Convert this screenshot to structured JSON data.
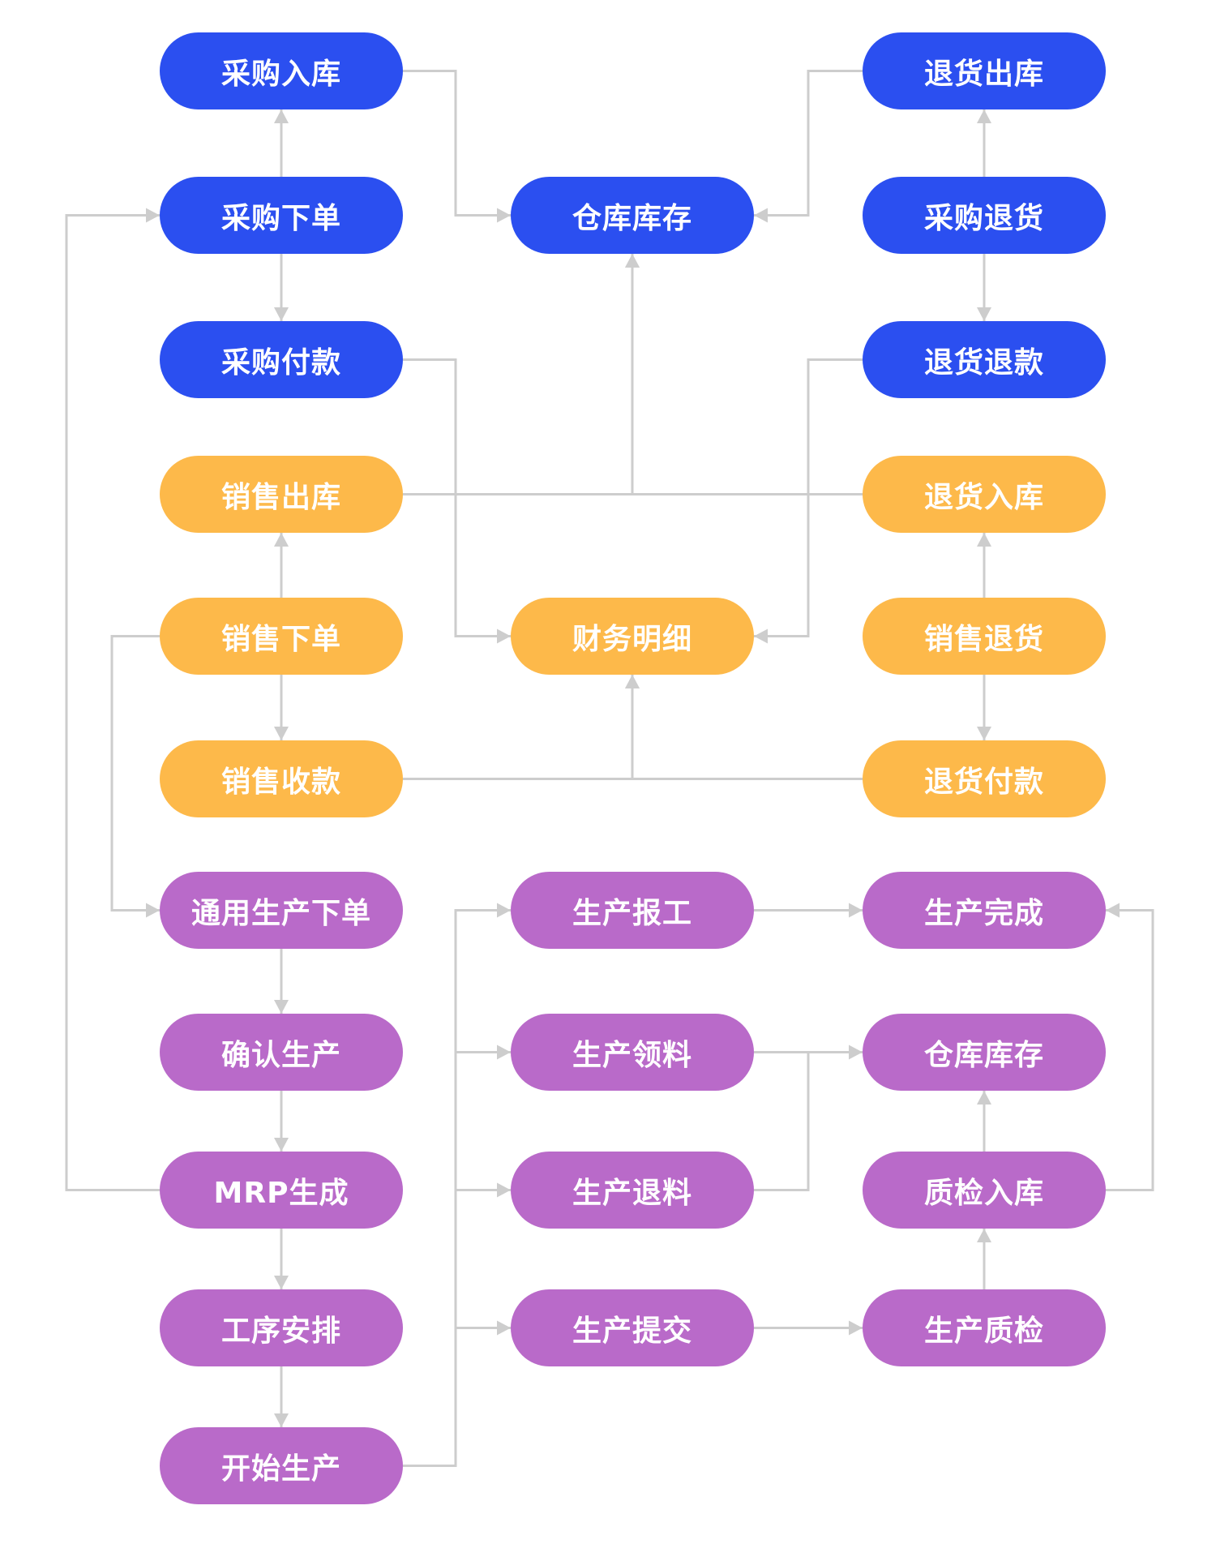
{
  "diagram": {
    "colors": {
      "purchase": "#2b4ff0",
      "sales": "#fdb94a",
      "production": "#b96ac9",
      "connector": "#cdcdcd",
      "text": "#ffffff"
    },
    "nodes": [
      {
        "id": "purchase_in",
        "label": "采购入库",
        "group": "purchase"
      },
      {
        "id": "purchase_order",
        "label": "采购下单",
        "group": "purchase"
      },
      {
        "id": "purchase_pay",
        "label": "采购付款",
        "group": "purchase"
      },
      {
        "id": "inventory",
        "label": "仓库库存",
        "group": "purchase"
      },
      {
        "id": "return_out",
        "label": "退货出库",
        "group": "purchase"
      },
      {
        "id": "purchase_return",
        "label": "采购退货",
        "group": "purchase"
      },
      {
        "id": "return_refund",
        "label": "退货退款",
        "group": "purchase"
      },
      {
        "id": "sales_out",
        "label": "销售出库",
        "group": "sales"
      },
      {
        "id": "sales_order",
        "label": "销售下单",
        "group": "sales"
      },
      {
        "id": "sales_collect",
        "label": "销售收款",
        "group": "sales"
      },
      {
        "id": "finance",
        "label": "财务明细",
        "group": "sales"
      },
      {
        "id": "return_in",
        "label": "退货入库",
        "group": "sales"
      },
      {
        "id": "sales_return",
        "label": "销售退货",
        "group": "sales"
      },
      {
        "id": "return_pay",
        "label": "退货付款",
        "group": "sales"
      },
      {
        "id": "prod_order",
        "label": "通用生产下单",
        "group": "production"
      },
      {
        "id": "confirm_prod",
        "label": "确认生产",
        "group": "production"
      },
      {
        "id": "mrp",
        "label": "MRP生成",
        "group": "production"
      },
      {
        "id": "process",
        "label": "工序安排",
        "group": "production"
      },
      {
        "id": "start_prod",
        "label": "开始生产",
        "group": "production"
      },
      {
        "id": "report_work",
        "label": "生产报工",
        "group": "production"
      },
      {
        "id": "pick_material",
        "label": "生产领料",
        "group": "production"
      },
      {
        "id": "return_material",
        "label": "生产退料",
        "group": "production"
      },
      {
        "id": "submit_prod",
        "label": "生产提交",
        "group": "production"
      },
      {
        "id": "prod_done",
        "label": "生产完成",
        "group": "production"
      },
      {
        "id": "inventory_2",
        "label": "仓库库存",
        "group": "production"
      },
      {
        "id": "qc_in",
        "label": "质检入库",
        "group": "production"
      },
      {
        "id": "prod_qc",
        "label": "生产质检",
        "group": "production"
      }
    ],
    "edges": [
      {
        "from": "purchase_order",
        "to": "purchase_in"
      },
      {
        "from": "purchase_order",
        "to": "purchase_pay"
      },
      {
        "from": "purchase_in",
        "to": "inventory"
      },
      {
        "from": "return_out",
        "to": "inventory"
      },
      {
        "from": "purchase_return",
        "to": "return_out"
      },
      {
        "from": "purchase_return",
        "to": "return_refund"
      },
      {
        "from": "sales_out",
        "to": "inventory"
      },
      {
        "from": "return_in",
        "to": "inventory"
      },
      {
        "from": "purchase_pay",
        "to": "finance"
      },
      {
        "from": "return_refund",
        "to": "finance"
      },
      {
        "from": "sales_order",
        "to": "sales_out"
      },
      {
        "from": "sales_order",
        "to": "sales_collect"
      },
      {
        "from": "sales_collect",
        "to": "finance"
      },
      {
        "from": "return_pay",
        "to": "finance"
      },
      {
        "from": "sales_return",
        "to": "return_in"
      },
      {
        "from": "sales_return",
        "to": "return_pay"
      },
      {
        "from": "sales_order",
        "to": "prod_order"
      },
      {
        "from": "mrp",
        "to": "purchase_order"
      },
      {
        "from": "prod_order",
        "to": "confirm_prod"
      },
      {
        "from": "confirm_prod",
        "to": "mrp"
      },
      {
        "from": "mrp",
        "to": "process"
      },
      {
        "from": "process",
        "to": "start_prod"
      },
      {
        "from": "start_prod",
        "to": "report_work"
      },
      {
        "from": "start_prod",
        "to": "pick_material"
      },
      {
        "from": "start_prod",
        "to": "return_material"
      },
      {
        "from": "start_prod",
        "to": "submit_prod"
      },
      {
        "from": "report_work",
        "to": "prod_done"
      },
      {
        "from": "pick_material",
        "to": "inventory_2"
      },
      {
        "from": "return_material",
        "to": "inventory_2"
      },
      {
        "from": "submit_prod",
        "to": "prod_qc"
      },
      {
        "from": "prod_qc",
        "to": "qc_in"
      },
      {
        "from": "qc_in",
        "to": "inventory_2"
      },
      {
        "from": "qc_in",
        "to": "prod_done"
      }
    ]
  }
}
